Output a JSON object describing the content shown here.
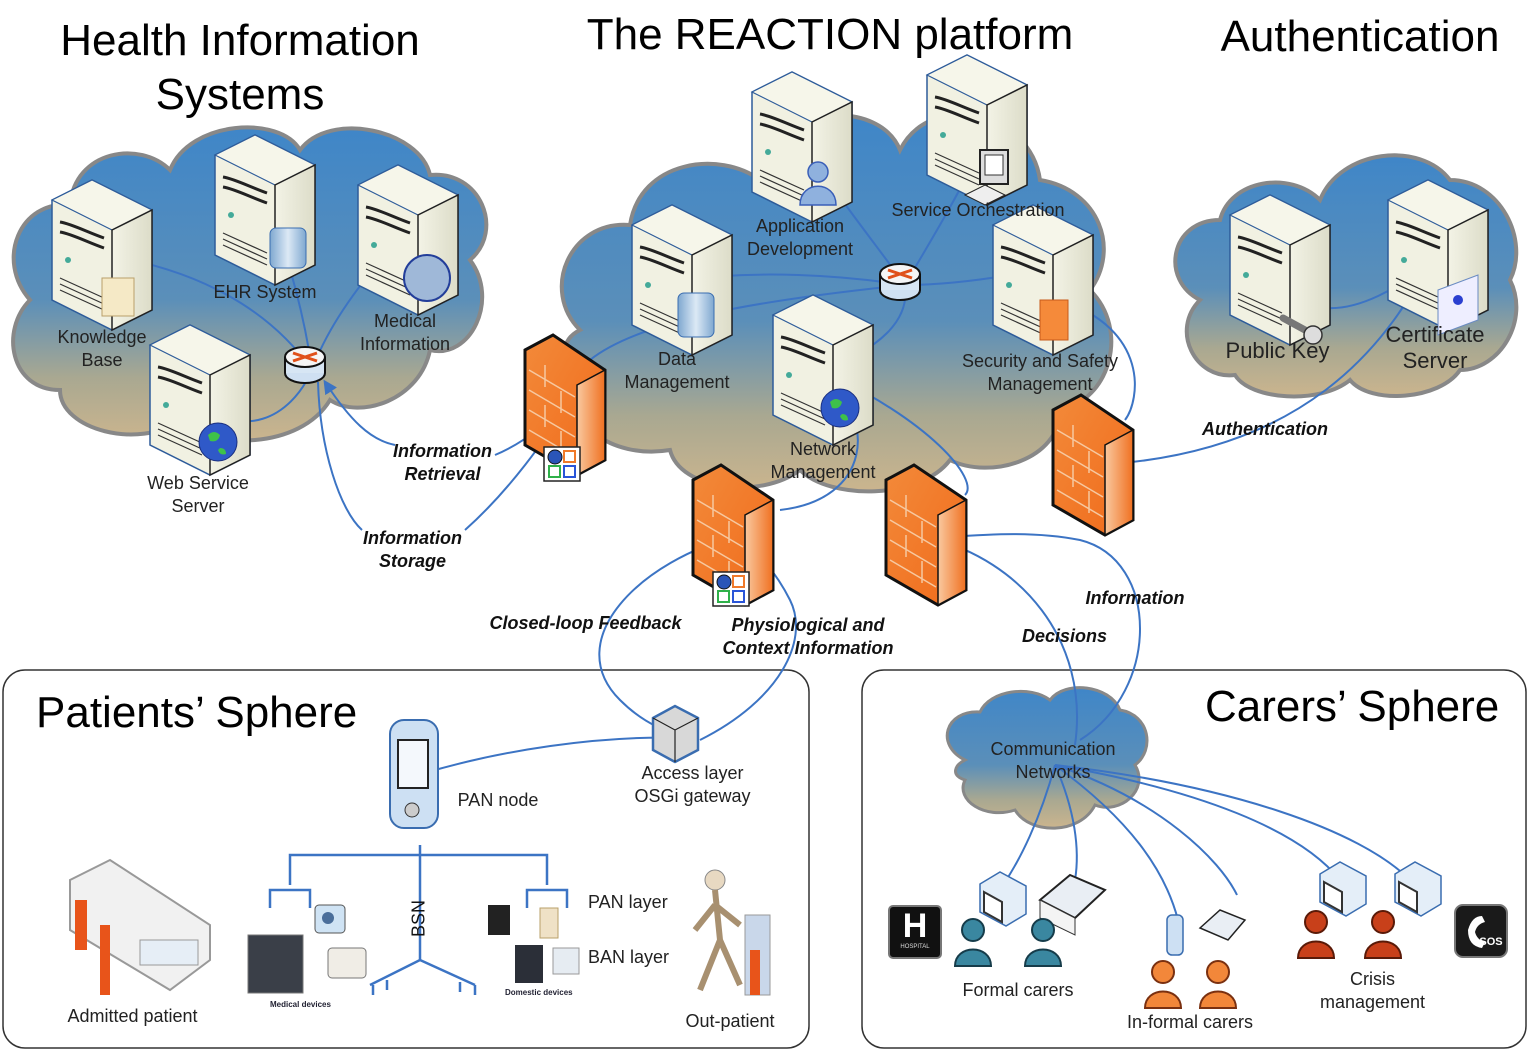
{
  "sections": {
    "his_title_line1": "Health Information",
    "his_title_line2": "Systems",
    "platform_title": "The REACTION platform",
    "auth_title": "Authentication",
    "patients_title": "Patients’ Sphere",
    "carers_title": "Carers’ Sphere"
  },
  "his": {
    "nodes": [
      {
        "id": "knowledge-base",
        "line1": "Knowledge",
        "line2": "Base",
        "icon": "folder-icon"
      },
      {
        "id": "ehr-system",
        "line1": "EHR System",
        "line2": "",
        "icon": "database-icon"
      },
      {
        "id": "medical-information",
        "line1": "Medical",
        "line2": "Information",
        "icon": "globe-wire-icon"
      },
      {
        "id": "web-service-server",
        "line1": "Web Service",
        "line2": "Server",
        "icon": "globe-icon"
      }
    ],
    "router_icon": "router-icon"
  },
  "platform": {
    "nodes": [
      {
        "id": "application-development",
        "line1": "Application",
        "line2": "Development",
        "icon": "user-icon"
      },
      {
        "id": "service-orchestration",
        "line1": "Service Orchestration",
        "line2": "",
        "icon": "computer-icon"
      },
      {
        "id": "data-management",
        "line1": "Data",
        "line2": "Management",
        "icon": "database-icon"
      },
      {
        "id": "security-safety-management",
        "line1": "Security and Safety",
        "line2": "Management",
        "icon": "firewall-icon"
      },
      {
        "id": "network-management",
        "line1": "Network",
        "line2": "Management",
        "icon": "globe-icon"
      }
    ],
    "router_icon": "router-icon"
  },
  "auth": {
    "nodes": [
      {
        "id": "public-key",
        "line1": "Public Key",
        "line2": "",
        "icon": "key-icon"
      },
      {
        "id": "certificate-server",
        "line1": "Certificate",
        "line2": "Server",
        "icon": "certificate-icon"
      }
    ]
  },
  "flows": {
    "information_retrieval": [
      "Information",
      "Retrieval"
    ],
    "information_storage": [
      "Information",
      "Storage"
    ],
    "closed_loop_feedback": "Closed-loop Feedback",
    "physiological_context": [
      "Physiological and",
      "Context Information"
    ],
    "information": "Information",
    "decisions": "Decisions",
    "authentication": "Authentication"
  },
  "patients": {
    "pan_node": "PAN node",
    "gateway": [
      "Access layer",
      "OSGi gateway"
    ],
    "bsn": "BSN",
    "pan_layer": "PAN layer",
    "ban_layer": "BAN layer",
    "medical_devices": "Medical devices",
    "domestic_devices": "Domestic devices",
    "admitted_patient": "Admitted patient",
    "out_patient": "Out-patient"
  },
  "carers": {
    "comm_networks": [
      "Communication",
      "Networks"
    ],
    "formal_carers": "Formal carers",
    "informal_carers": "In-formal carers",
    "crisis_management": [
      "Crisis",
      "management"
    ],
    "hospital_sign": "H",
    "hospital_sign_small": "HOSPITAL",
    "sos_label": "SOS"
  },
  "colors": {
    "cloud_blue": "#4a8cc8",
    "cloud_tan": "#bfb59a",
    "link_blue": "#3c74c4",
    "firewall_orange": "#f07a2a",
    "server_cream": "#eeeedd",
    "formal_carer": "#3a87a0",
    "informal_carer": "#f2873a",
    "crisis_carer": "#c8401a"
  }
}
